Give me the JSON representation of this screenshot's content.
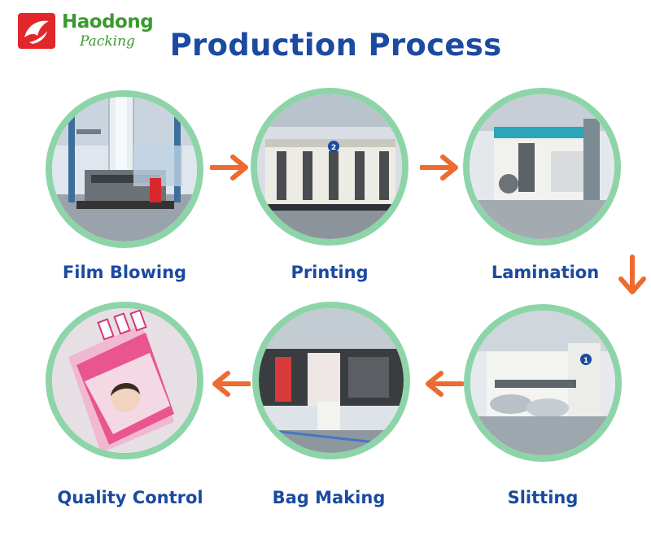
{
  "brand": {
    "name": "Haodong",
    "tagline": "Packing"
  },
  "title": "Production Process",
  "steps": [
    {
      "label": "Film Blowing"
    },
    {
      "label": "Printing"
    },
    {
      "label": "Lamination"
    },
    {
      "label": "Slitting"
    },
    {
      "label": "Bag Making"
    },
    {
      "label": "Quality Control"
    }
  ],
  "machine_badges": {
    "printing": "2",
    "slitting": "1"
  },
  "colors": {
    "title": "#1b4aa0",
    "ring": "#8ed4a9",
    "arrow": "#ee6a2f",
    "brand_green": "#3a9a2e",
    "brand_red": "#e2262b"
  }
}
